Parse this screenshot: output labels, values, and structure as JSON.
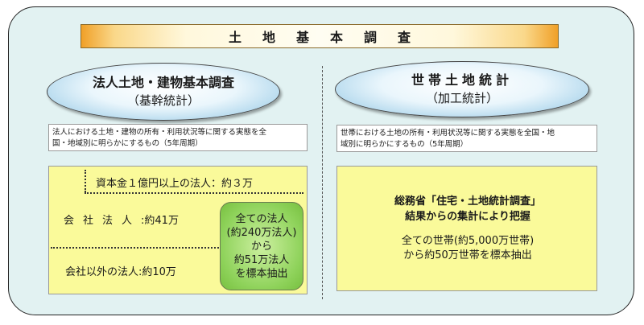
{
  "title": "土地基本調査",
  "left": {
    "survey_name": "法人土地・建物基本調査",
    "survey_kind": "（基幹統計）",
    "description_line1": "法人における土地・建物の所有・利用状況等に関する実態を全",
    "description_line2": "国・地域別に明らかにするもの（5年周期）",
    "row_capital": "資本金１億円以上の法人：約３万",
    "row_company_label": "会社法人",
    "row_company_value": ":約41万",
    "row_other": "会社以外の法人:約10万",
    "sample_box": [
      "全ての法人",
      "(約240万法人)",
      "から",
      "約51万法人",
      "を標本抽出"
    ]
  },
  "right": {
    "survey_name": "世帯土地統計",
    "survey_kind": "（加工統計）",
    "description_line1": "世帯における土地の所有・利用状況等に関する実態を全国・地",
    "description_line2": "域別に明らかにするもの（5年周期）",
    "source_line1": "総務省「住宅・土地統計調査」",
    "source_line2": "結果からの集計により把握",
    "sample_line1": "全ての世帯(約5,000万世帯)",
    "sample_line2": "から約50万世帯を標本抽出"
  }
}
